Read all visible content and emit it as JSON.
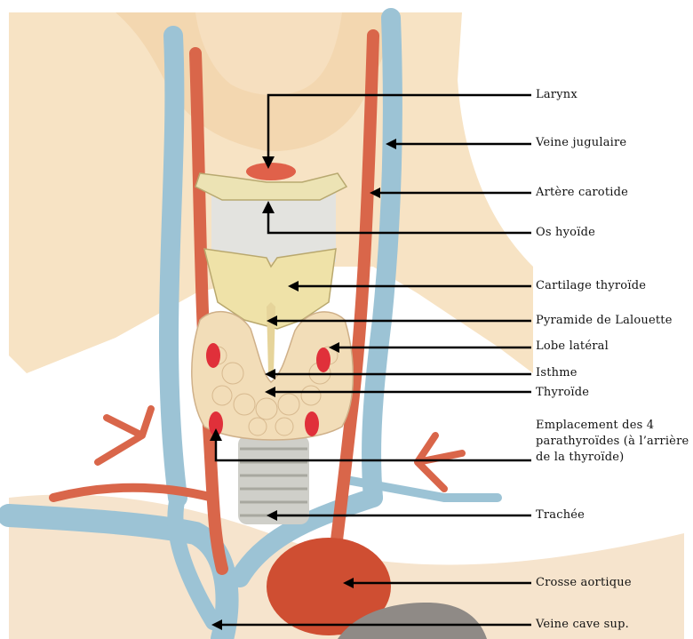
{
  "labels": {
    "larynx": "Larynx",
    "jugular": "Veine jugulaire",
    "carotid": "Artère carotide",
    "hyoid": "Os hyoïde",
    "thyroid_cartilage": "Cartilage thyroïde",
    "pyramid": "Pyramide de Lalouette",
    "lateral_lobe": "Lobe latéral",
    "isthmus": "Isthme",
    "thyroid": "Thyroïde",
    "parathyroids": "Emplacement des 4 parathyroïdes (à l’arrière de la thyroïde)",
    "trachea": "Trachée",
    "aortic_arch": "Crosse aortique",
    "vena_cava": "Veine cave sup."
  },
  "colors": {
    "skin": "#f5dcb8",
    "vein": "#9cc3d5",
    "artery": "#d9664a",
    "cartilage": "#efe2a8",
    "gland": "#f2ddb8",
    "parathyroid": "#e0303a"
  }
}
